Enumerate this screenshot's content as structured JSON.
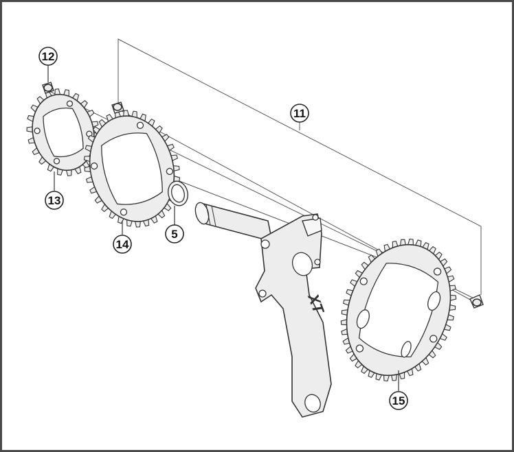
{
  "callouts": {
    "c11": "11",
    "c12": "12",
    "c13": "13",
    "c14": "14",
    "c5": "5",
    "c15": "15"
  },
  "crank_logo": "XT",
  "colors": {
    "frame": "#4a4a4a",
    "line": "#333333",
    "fill": "#ededed"
  }
}
